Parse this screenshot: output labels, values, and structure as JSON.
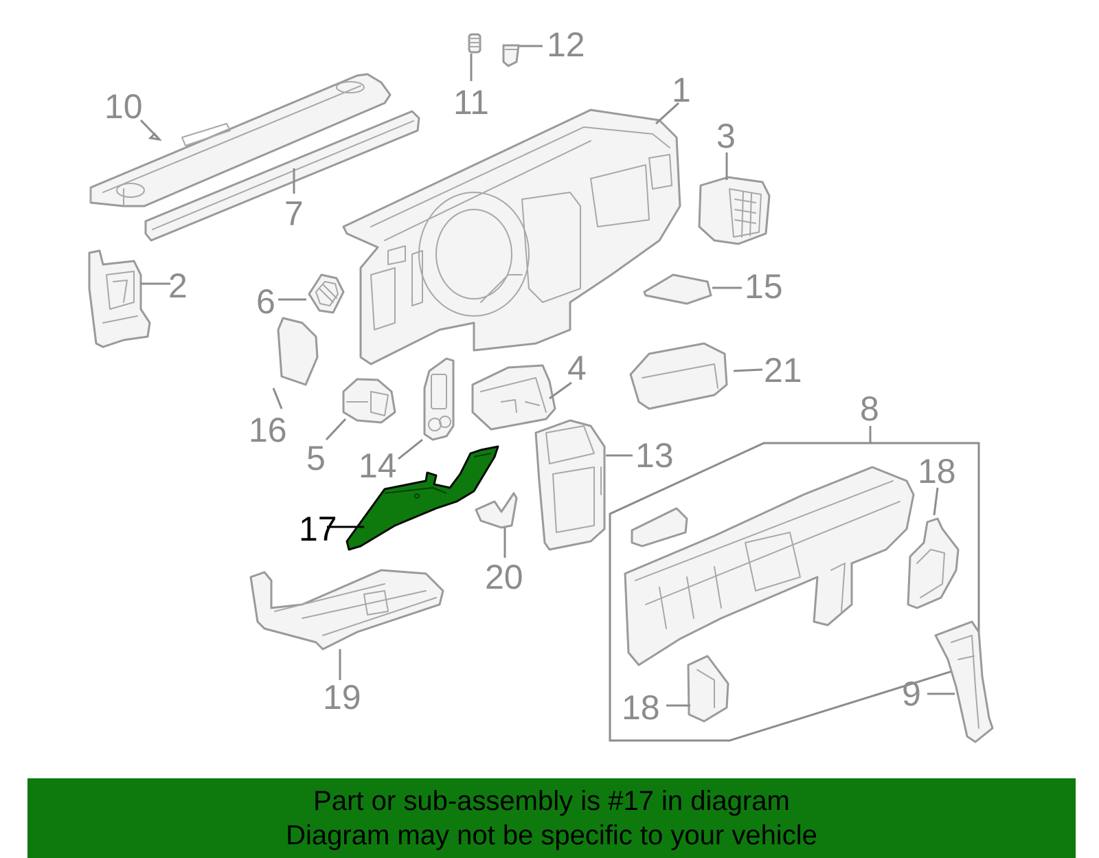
{
  "diagram": {
    "callouts": {
      "c1": "1",
      "c2": "2",
      "c3": "3",
      "c4": "4",
      "c5": "5",
      "c6": "6",
      "c7": "7",
      "c8": "8",
      "c9": "9",
      "c10": "10",
      "c11": "11",
      "c12": "12",
      "c13": "13",
      "c14": "14",
      "c15": "15",
      "c16": "16",
      "c17": "17",
      "c18a": "18",
      "c18b": "18",
      "c19": "19",
      "c20": "20",
      "c21": "21"
    },
    "highlighted_part": "17",
    "highlight_color": "#0e7a0e",
    "part_line_color": "#9a9a9a"
  },
  "banner": {
    "line1": "Part or sub-assembly is #17 in diagram",
    "line2": "Diagram may not be specific to your vehicle",
    "background": "#0e7a0e"
  }
}
